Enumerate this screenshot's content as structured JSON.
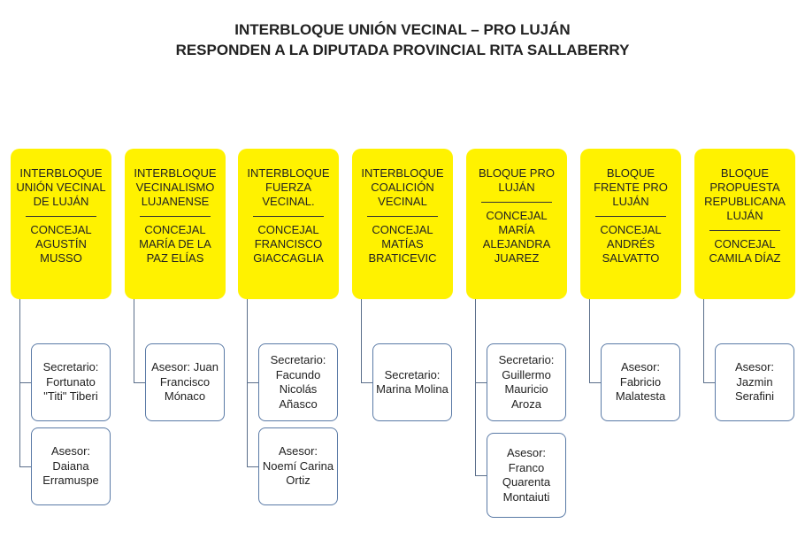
{
  "title": {
    "line1": "INTERBLOQUE UNIÓN VECINAL – PRO LUJÁN",
    "line2": "RESPONDEN A LA DIPUTADA PROVINCIAL RITA SALLABERRY"
  },
  "columns": [
    {
      "bloc": "INTERBLOQUE UNIÓN VECINAL DE LUJÁN",
      "concejal": "CONCEJAL AGUSTÍN MUSSO",
      "staff": [
        "Secretario: Fortunato \"Titi\" Tiberi",
        "Asesor: Daiana Erramuspe"
      ]
    },
    {
      "bloc": "INTERBLOQUE VECINALISMO LUJANENSE",
      "concejal": "CONCEJAL MARÍA DE LA PAZ ELÍAS",
      "staff": [
        "Asesor: Juan Francisco Mónaco"
      ]
    },
    {
      "bloc": "INTERBLOQUE FUERZA VECINAL.",
      "concejal": "CONCEJAL FRANCISCO GIACCAGLIA",
      "staff": [
        "Secretario: Facundo Nicolás Añasco",
        "Asesor: Noemí Carina Ortiz"
      ]
    },
    {
      "bloc": "INTERBLOQUE COALICIÓN VECINAL",
      "concejal": "CONCEJAL MATÍAS BRATICEVIC",
      "staff": [
        "Secretario: Marina Molina"
      ]
    },
    {
      "bloc": "BLOQUE PRO LUJÁN",
      "concejal": "CONCEJAL MARÍA ALEJANDRA JUAREZ",
      "staff": [
        "Secretario: Guillermo Mauricio Aroza",
        "Asesor: Franco Quarenta Montaiuti"
      ]
    },
    {
      "bloc": "BLOQUE FRENTE PRO LUJÁN",
      "concejal": "CONCEJAL ANDRÉS SALVATTO",
      "staff": [
        "Asesor: Fabricio Malatesta"
      ]
    },
    {
      "bloc": "BLOQUE PROPUESTA REPUBLICANA LUJÁN",
      "concejal": "CONCEJAL CAMILA DÍAZ",
      "staff": [
        "Asesor: Jazmin Serafini"
      ]
    }
  ],
  "colors": {
    "head_fill": "#fff200",
    "box_border": "#5a7aa6",
    "line": "#5a6e8a"
  }
}
